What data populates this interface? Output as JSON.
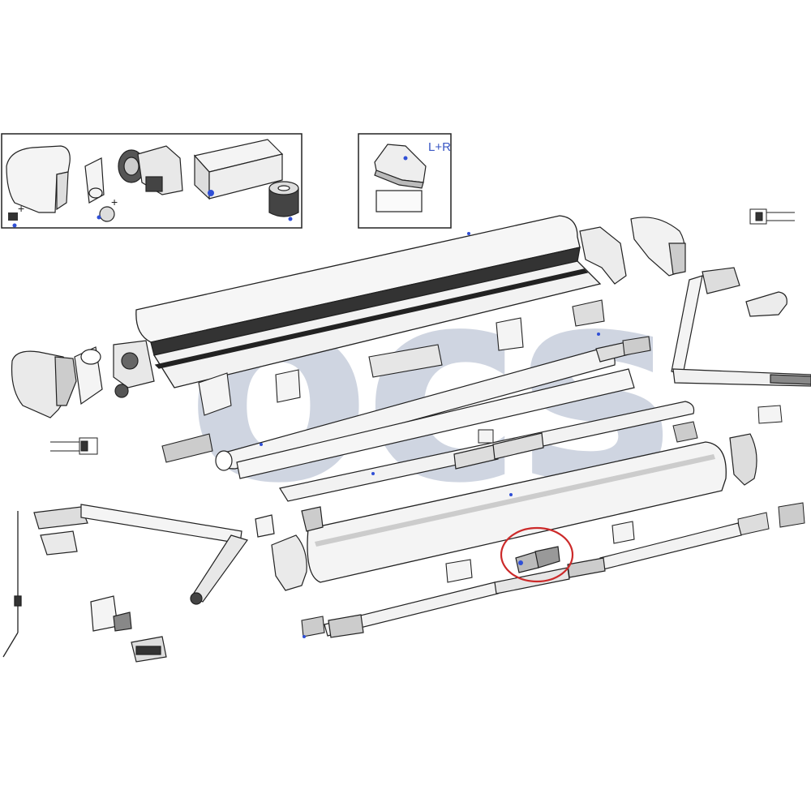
{
  "diagram": {
    "watermark": "ocs",
    "inset_label": "L+R",
    "colors": {
      "line": "#2a2a2a",
      "accent": "#2f4fd6",
      "highlight": "#cc2a2a",
      "watermark": "#8f9db8",
      "fill_light": "#f4f4f4",
      "fill_dark": "#3b3b3b"
    },
    "highlighted_part": "center-support-bracket"
  }
}
